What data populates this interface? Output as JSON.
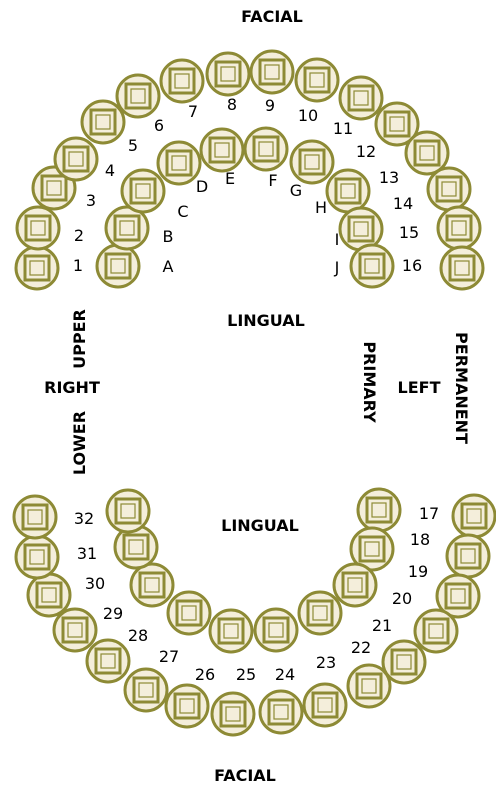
{
  "headings": {
    "facial_top": "FACIAL",
    "facial_bottom": "FACIAL",
    "lingual_upper": "LINGUAL",
    "lingual_lower": "LINGUAL",
    "upper": "UPPER",
    "lower": "LOWER",
    "right": "RIGHT",
    "left": "LEFT",
    "primary": "PRIMARY",
    "permanent": "PERMANENT"
  },
  "upper_permanent": [
    "1",
    "2",
    "3",
    "4",
    "5",
    "6",
    "7",
    "8",
    "9",
    "10",
    "11",
    "12",
    "13",
    "14",
    "15",
    "16"
  ],
  "upper_primary": [
    "A",
    "B",
    "C",
    "D",
    "E",
    "F",
    "G",
    "H",
    "I",
    "J"
  ],
  "lower_permanent": [
    "17",
    "18",
    "19",
    "20",
    "21",
    "22",
    "23",
    "24",
    "25",
    "26",
    "27",
    "28",
    "29",
    "30",
    "31",
    "32"
  ],
  "colors": {
    "tooth_fill": "#f4eedb",
    "tooth_stroke": "#8d8a35",
    "text": "#000000"
  }
}
